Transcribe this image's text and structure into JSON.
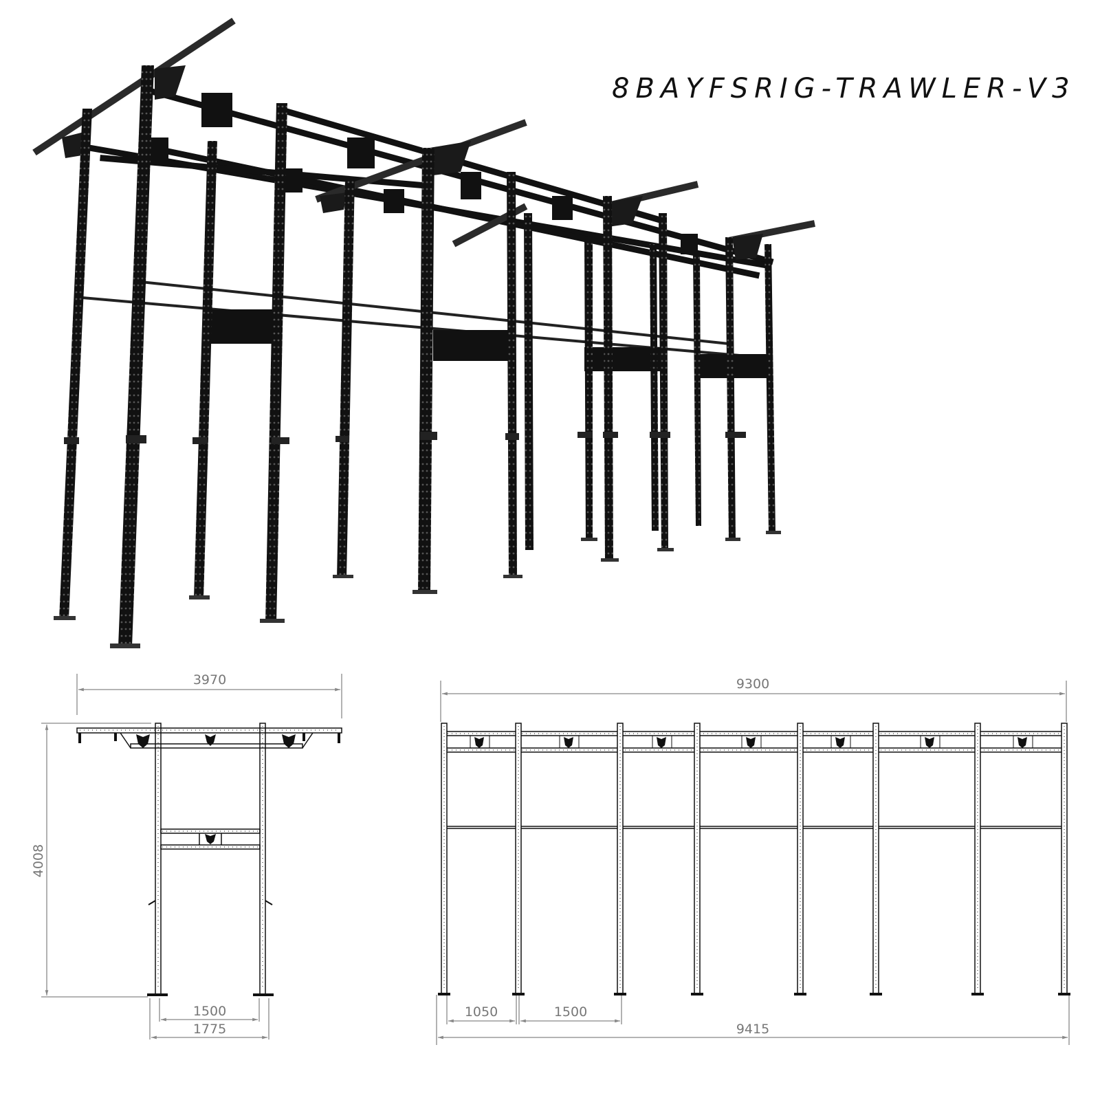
{
  "title": "8BAYFSRIG-TRAWLER-V3",
  "views": {
    "perspective": {
      "label": "3d-render"
    },
    "side_view": {
      "dimensions": {
        "overall_width": "3970",
        "overall_height": "4008",
        "inner_post_spacing": "1500",
        "outer_base_width": "1775"
      }
    },
    "front_view": {
      "dimensions": {
        "overall_width_top": "9300",
        "end_bay_spacing": "1050",
        "standard_bay_spacing": "1500",
        "overall_width_base": "9415"
      },
      "post_count": 8,
      "bay_count": 7
    }
  },
  "colors": {
    "steel": "#111111",
    "line": "#222222",
    "dimension": "#888888",
    "background": "#ffffff"
  }
}
